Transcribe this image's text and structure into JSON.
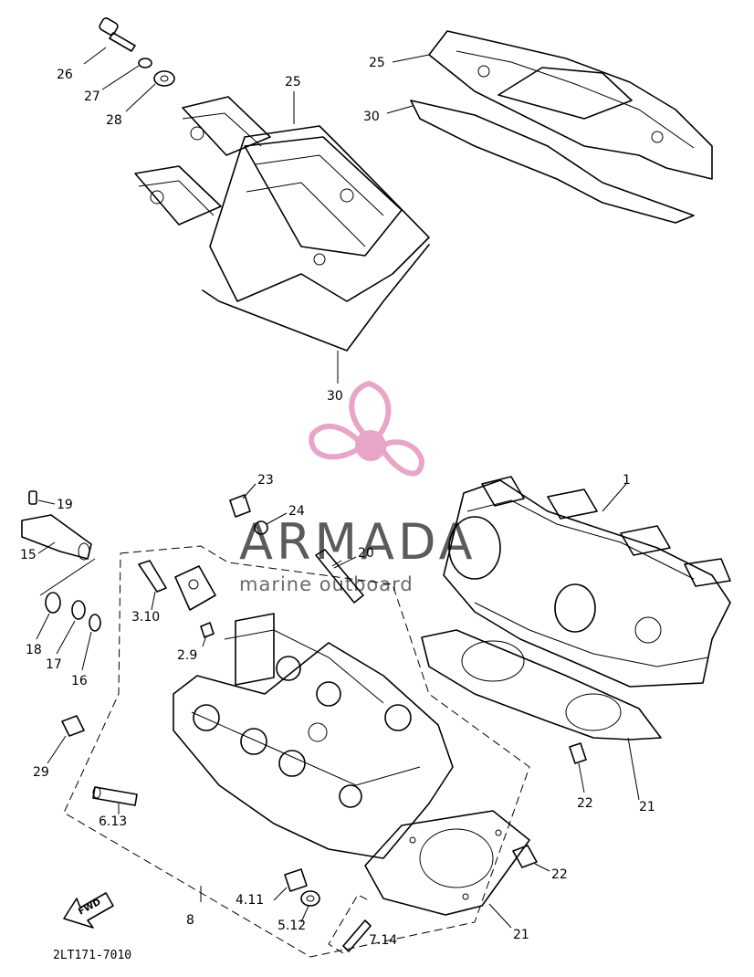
{
  "diagram": {
    "drawing_code": "2LT171-7010",
    "fwd_arrow_label": "FWD",
    "watermark": {
      "brand": "ARMADA",
      "tagline": "marine outboard",
      "accent_color": "#e8a5c8"
    },
    "callouts": {
      "c26": "26",
      "c27": "27",
      "c28": "28",
      "c25a": "25",
      "c25b": "25",
      "c30a": "30",
      "c30b": "30",
      "c23": "23",
      "c24": "24",
      "c19": "19",
      "c15": "15",
      "c20": "20",
      "c1": "1",
      "c3_10": "3.10",
      "c2_9": "2.9",
      "c18": "18",
      "c17": "17",
      "c16": "16",
      "c29": "29",
      "c6_13": "6.13",
      "c22a": "22",
      "c22b": "22",
      "c21a": "21",
      "c21b": "21",
      "c4_11": "4.11",
      "c5_12": "5.12",
      "c7_14": "7.14",
      "c8": "8"
    }
  }
}
